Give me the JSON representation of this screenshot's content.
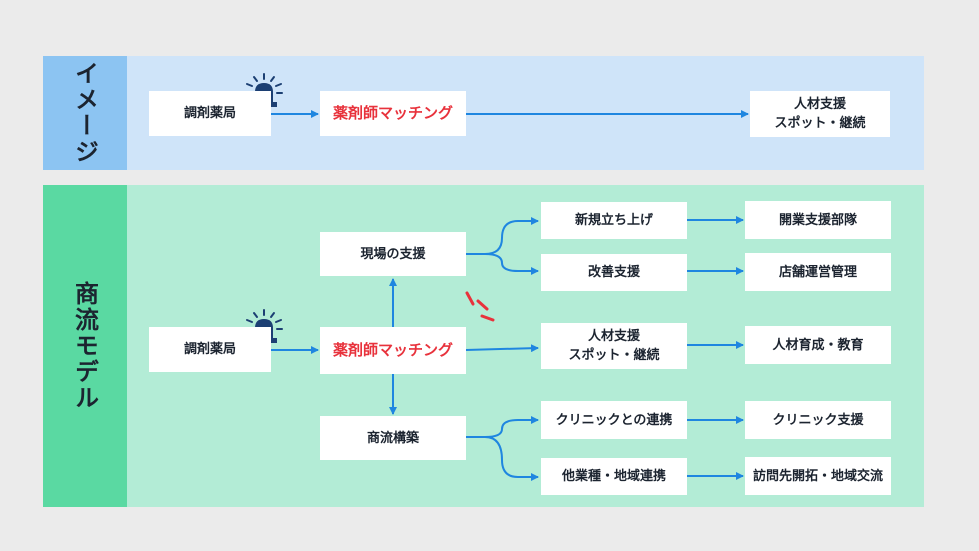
{
  "colors": {
    "background": "#ebebeb",
    "image_band": "#cfe4f9",
    "image_label": "#8cc4f2",
    "model_band": "#b3ecd6",
    "model_label": "#5ad9a2",
    "arrow": "#1f86e0",
    "highlight_text": "#e8323c",
    "siren": "#1c3f73",
    "burst": "#e8323c"
  },
  "image_row": {
    "label": "イメージ",
    "source": "調剤薬局",
    "center": "薬剤師マッチング",
    "target": "人材支援\nスポット・継続",
    "source_icon": "siren-icon"
  },
  "model_row": {
    "label": "商流モデル",
    "source": "調剤薬局",
    "center": "薬剤師マッチング",
    "source_icon": "siren-icon",
    "center_icon": "burst-icon",
    "top_branch": {
      "node": "現場の支援",
      "items": [
        {
          "middle": "新規立ち上げ",
          "end": "開業支援部隊"
        },
        {
          "middle": "改善支援",
          "end": "店舗運営管理"
        }
      ]
    },
    "middle_branch": {
      "node": "人材支援\nスポット・継続",
      "end": "人材育成・教育"
    },
    "bottom_branch": {
      "node": "商流構築",
      "items": [
        {
          "middle": "クリニックとの連携",
          "end": "クリニック支援"
        },
        {
          "middle": "他業種・地域連携",
          "end": "訪問先開拓・地域交流"
        }
      ]
    }
  }
}
